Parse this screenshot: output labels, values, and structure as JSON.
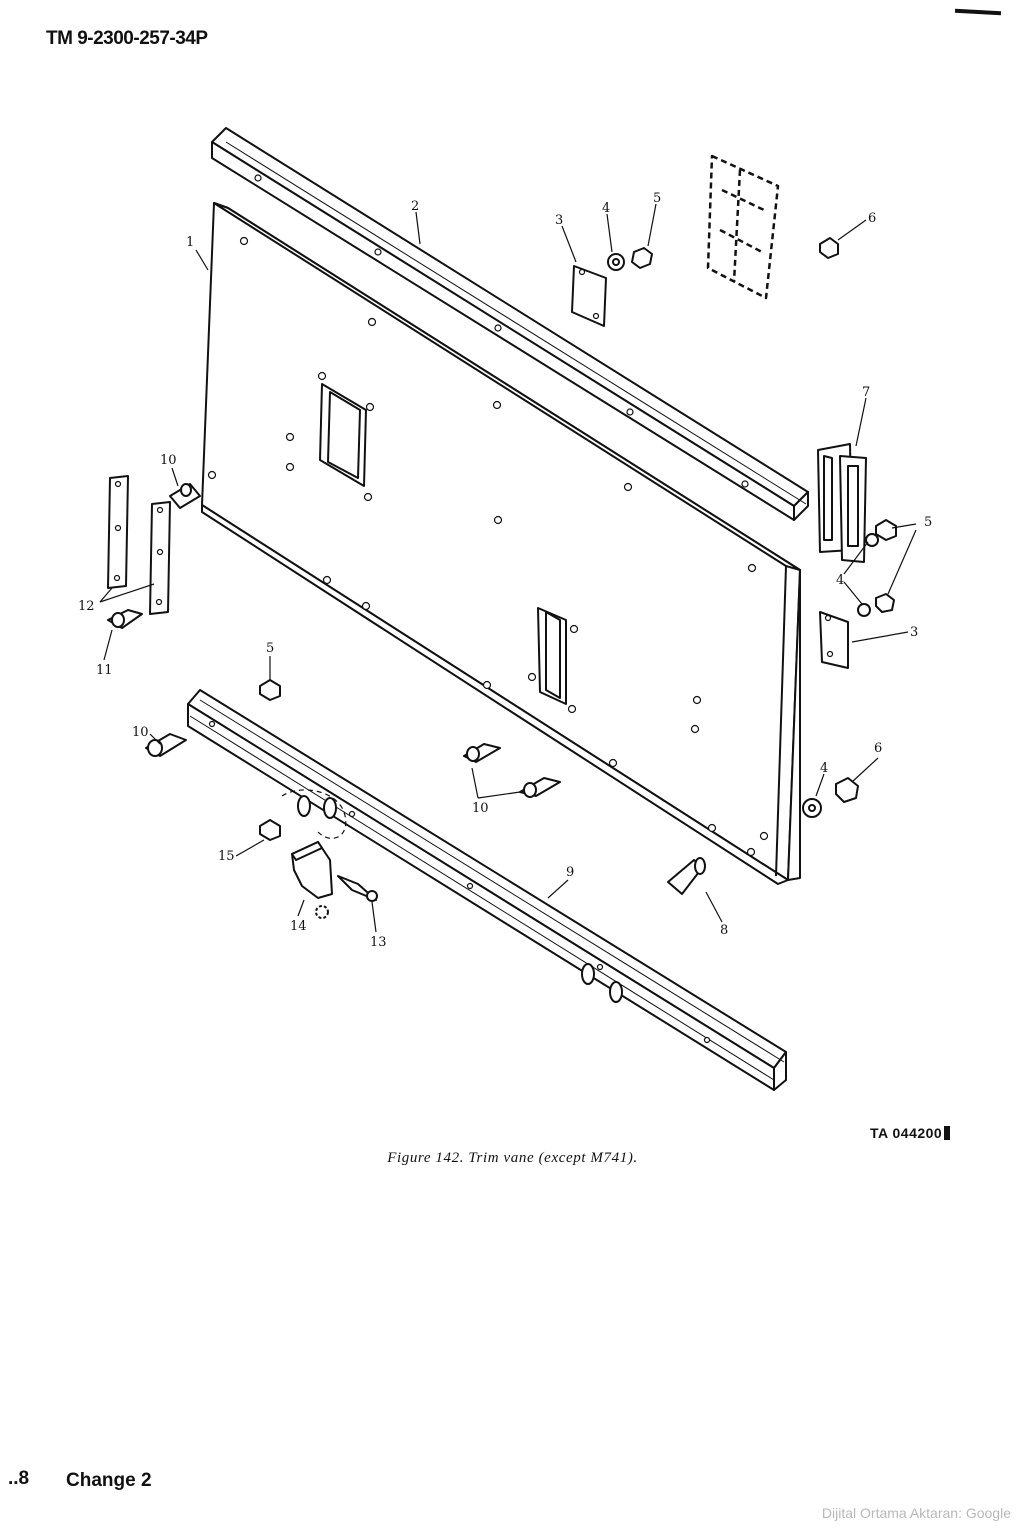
{
  "header": {
    "manual_id": "TM 9-2300-257-34P"
  },
  "figure": {
    "callouts": {
      "c1": "1",
      "c2": "2",
      "c3a": "3",
      "c3b": "3",
      "c4a": "4",
      "c4b": "4",
      "c4c": "4",
      "c5a": "5",
      "c5b": "5",
      "c5c": "5",
      "c6a": "6",
      "c6b": "6",
      "c7": "7",
      "c8": "8",
      "c9": "9",
      "c10a": "10",
      "c10b": "10",
      "c10c": "10",
      "c11": "11",
      "c12": "12",
      "c13": "13",
      "c14": "14",
      "c15": "15"
    },
    "ta_number": "TA 044200",
    "caption": "Figure 142. Trim vane (except M741)."
  },
  "footer": {
    "page_number": "..8",
    "change": "Change 2",
    "watermark": "Dijital Ortama Aktaran: Google"
  }
}
